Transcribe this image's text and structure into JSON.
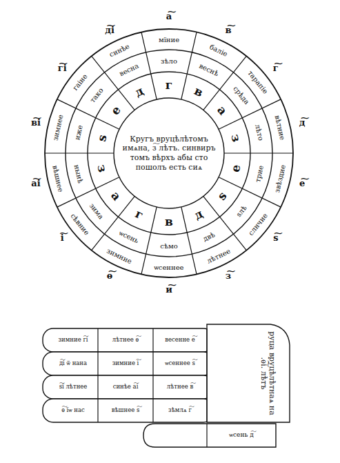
{
  "diagram": {
    "nodes": [
      {
        "text": [
          "Кругъ вруцѣлѣтомъ имѧна, з͠ лѣтъ. синвиръ томъ вѣрхъ абы сто пошолъ есть сиѧ"
        ]
      }
    ],
    "labels": [
      "а͠",
      "в͠",
      "г͠",
      "д͠",
      "е͠",
      "ѕ͠",
      "з͠",
      "и͠",
      "ѳ͠",
      "і͠",
      "а͠і",
      "в͠і",
      "г͠і",
      "д͠і",
      "мїние",
      "баліе",
      "тарапіе",
      "вѣтние",
      "звѣздие",
      "слнчие",
      "лѣтнее",
      "ѡсеннее",
      "зимние",
      "сѣвние",
      "вѣшнее",
      "зимнее",
      "гаіне",
      "синѣе",
      "зѣло",
      "веснѣ",
      "срѣда",
      "лѣто",
      "трие",
      "ѕлѣ",
      "двѣ",
      "сѣмо",
      "ѡсень",
      "зима",
      "нынѣ",
      "иже",
      "тако",
      "весна",
      "г",
      "в",
      "а",
      "з",
      "е",
      "ѕ",
      "д",
      "в",
      "г",
      "а",
      "з",
      "ѕ",
      "е",
      "д",
      "руца вруцѣлѣтнаѧ на .ѳ͠і. лѣтъ",
      "зимние г͠і",
      "лѣтнее ѳ͠",
      "весенне е͠",
      "д͠і ѿ нана",
      "зимние і͠",
      "ѡсеннее ѕ͠",
      "ѕ͠ї лѣтнее",
      "синѣе а͠і",
      "лѣтнее в͠",
      "ѳ͠ їѡ нас",
      "вѣшнее ѕ͠",
      "зѣмлѧ г͠",
      "ѡсень д͠"
    ]
  }
}
